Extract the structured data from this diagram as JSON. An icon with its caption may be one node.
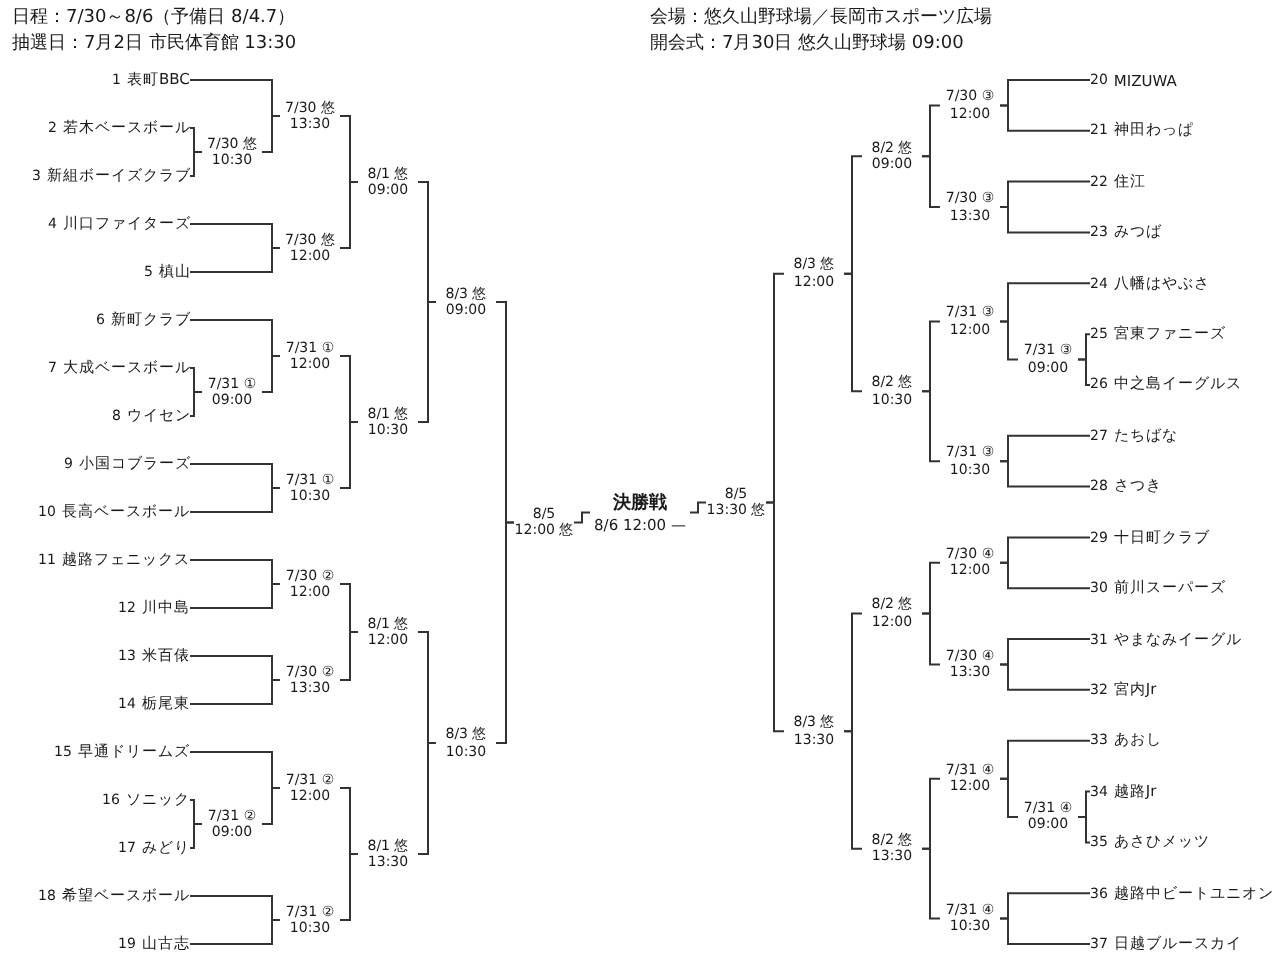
{
  "diagram": {
    "nodes": [
      {
        "text": [
          "20",
          "MIZUWA"
        ]
      },
      {
        "text": [
          "21",
          "神田わっぱ"
        ]
      },
      {
        "text": [
          "22",
          "住江"
        ]
      },
      {
        "text": [
          "23",
          "みつば"
        ]
      },
      {
        "text": [
          "24",
          "八幡はやぶさ"
        ]
      },
      {
        "text": [
          "25",
          "宮東ファニーズ"
        ]
      },
      {
        "text": [
          "26",
          "中之島イーグルス"
        ]
      },
      {
        "text": [
          "27",
          "たちばな"
        ]
      },
      {
        "text": [
          "28",
          "さつき"
        ]
      },
      {
        "text": [
          "29",
          "十日町クラブ"
        ]
      },
      {
        "text": [
          "30",
          "前川スーパーズ"
        ]
      },
      {
        "text": [
          "31",
          "やまなみイーグル"
        ]
      },
      {
        "text": [
          "32",
          "宮内Jr"
        ]
      },
      {
        "text": [
          "33",
          "あおし"
        ]
      },
      {
        "text": [
          "34",
          "越路Jr"
        ]
      },
      {
        "text": [
          "35",
          "あさひメッツ"
        ]
      },
      {
        "text": [
          "36",
          "越路中ビートユニオン"
        ]
      },
      {
        "text": [
          "37",
          "日越ブルースカイ"
        ]
      },
      {
        "text": [
          "7/30 ③ 12:00"
        ]
      },
      {
        "text": [
          "7/30 ③ 13:30"
        ]
      },
      {
        "text": [
          "7/31 ③ 09:00"
        ]
      },
      {
        "text": [
          "7/31 ③ 12:00"
        ]
      },
      {
        "text": [
          "7/31 ③ 10:30"
        ]
      },
      {
        "text": [
          "8/2 悠 09:00"
        ]
      },
      {
        "text": [
          "8/2 悠 10:30"
        ]
      },
      {
        "text": [
          "8/3 悠 12:00"
        ]
      },
      {
        "text": [
          "7/30 ④ 12:00"
        ]
      },
      {
        "text": [
          "7/30 ④ 13:30"
        ]
      },
      {
        "text": [
          "7/31 ④ 09:00"
        ]
      },
      {
        "text": [
          "7/31 ④ 12:00"
        ]
      },
      {
        "text": [
          "7/31 ④ 10:30"
        ]
      },
      {
        "text": [
          "8/2 悠 12:00"
        ]
      },
      {
        "text": [
          "8/2 悠 13:30"
        ]
      },
      {
        "text": [
          "8/3 悠 13:30"
        ]
      },
      {
        "text": [
          "8/5 13:30 悠"
        ]
      },
      {
        "text": [
          "決勝戦",
          "8/6 12:00 —"
        ]
      },
      {
        "text": [
          "8/5 12:00 悠"
        ]
      },
      {
        "text": [
          "8/3 悠 09:00"
        ]
      },
      {
        "text": [
          "8/1 悠 09:00"
        ]
      },
      {
        "text": [
          "7/30 悠 13:30"
        ]
      },
      {
        "text": [
          "7/30 悠 10:30"
        ]
      },
      {
        "text": [
          "7/30 悠 12:00"
        ]
      },
      {
        "text": [
          "8/1 悠 10:30"
        ]
      },
      {
        "text": [
          "7/31 ① 12:00"
        ]
      },
      {
        "text": [
          "7/31 ① 09:00"
        ]
      },
      {
        "text": [
          "7/31 ① 10:30"
        ]
      },
      {
        "text": [
          "8/3 悠 10:30"
        ]
      },
      {
        "text": [
          "8/1 悠 12:00"
        ]
      },
      {
        "text": [
          "7/30 ② 12:00"
        ]
      },
      {
        "text": [
          "7/30 ② 13:30"
        ]
      },
      {
        "text": [
          "8/1 悠 13:30"
        ]
      },
      {
        "text": [
          "7/31 ② 12:00"
        ]
      },
      {
        "text": [
          "7/31 ② 09:00"
        ]
      },
      {
        "text": [
          "7/31 ② 10:30"
        ]
      },
      {
        "text": [
          "1",
          "表町BBC"
        ]
      },
      {
        "text": [
          "2",
          "若木ベースボール"
        ]
      },
      {
        "text": [
          "3",
          "新組ボーイズクラブ"
        ]
      },
      {
        "text": [
          "4",
          "川口ファイターズ"
        ]
      },
      {
        "text": [
          "5",
          "槙山"
        ]
      },
      {
        "text": [
          "6",
          "新町クラブ"
        ]
      },
      {
        "text": [
          "7",
          "大成ベースボール"
        ]
      },
      {
        "text": [
          "8",
          "ウイセン"
        ]
      },
      {
        "text": [
          "9",
          "小国コブラーズ"
        ]
      },
      {
        "text": [
          "10",
          "長高ベースボール"
        ]
      },
      {
        "text": [
          "11",
          "越路フェニックス"
        ]
      },
      {
        "text": [
          "12",
          "川中島"
        ]
      },
      {
        "text": [
          "13",
          "米百俵"
        ]
      },
      {
        "text": [
          "14",
          "栃尾東"
        ]
      },
      {
        "text": [
          "15",
          "早通ドリームズ"
        ]
      },
      {
        "text": [
          "16",
          "ソニック"
        ]
      },
      {
        "text": [
          "17",
          "みどり"
        ]
      },
      {
        "text": [
          "18",
          "希望ベースボール"
        ]
      },
      {
        "text": [
          "19",
          "山古志"
        ]
      }
    ],
    "edges": [
      {
        "from": 0,
        "to": 18,
        "arrow": "none"
      },
      {
        "from": 1,
        "to": 18,
        "arrow": "none"
      },
      {
        "from": 2,
        "to": 19,
        "arrow": "none"
      },
      {
        "from": 3,
        "to": 19,
        "arrow": "none"
      },
      {
        "from": 5,
        "to": 20,
        "arrow": "none"
      },
      {
        "from": 6,
        "to": 20,
        "arrow": "none"
      },
      {
        "from": 4,
        "to": 21,
        "arrow": "none"
      },
      {
        "from": 20,
        "to": 21,
        "arrow": "none"
      },
      {
        "from": 7,
        "to": 22,
        "arrow": "none"
      },
      {
        "from": 8,
        "to": 22,
        "arrow": "none"
      },
      {
        "from": 18,
        "to": 23,
        "arrow": "none"
      },
      {
        "from": 19,
        "to": 23,
        "arrow": "none"
      },
      {
        "from": 21,
        "to": 24,
        "arrow": "none"
      },
      {
        "from": 22,
        "to": 24,
        "arrow": "none"
      },
      {
        "from": 23,
        "to": 25,
        "arrow": "none"
      },
      {
        "from": 24,
        "to": 25,
        "arrow": "none"
      },
      {
        "from": 9,
        "to": 26,
        "arrow": "none"
      },
      {
        "from": 10,
        "to": 26,
        "arrow": "none"
      },
      {
        "from": 11,
        "to": 27,
        "arrow": "none"
      },
      {
        "from": 12,
        "to": 27,
        "arrow": "none"
      },
      {
        "from": 14,
        "to": 28,
        "arrow": "none"
      },
      {
        "from": 15,
        "to": 28,
        "arrow": "none"
      },
      {
        "from": 13,
        "to": 29,
        "arrow": "none"
      },
      {
        "from": 28,
        "to": 29,
        "arrow": "none"
      },
      {
        "from": 16,
        "to": 30,
        "arrow": "none"
      },
      {
        "from": 17,
        "to": 30,
        "arrow": "none"
      },
      {
        "from": 26,
        "to": 31,
        "arrow": "none"
      },
      {
        "from": 27,
        "to": 31,
        "arrow": "none"
      },
      {
        "from": 29,
        "to": 32,
        "arrow": "none"
      },
      {
        "from": 30,
        "to": 32,
        "arrow": "none"
      },
      {
        "from": 31,
        "to": 33,
        "arrow": "none"
      },
      {
        "from": 32,
        "to": 33,
        "arrow": "none"
      },
      {
        "from": 25,
        "to": 34,
        "arrow": "none"
      },
      {
        "from": 33,
        "to": 34,
        "arrow": "none"
      },
      {
        "from": 34,
        "to": 35,
        "arrow": "none"
      },
      {
        "from": 35,
        "to": 36,
        "arrow": "none"
      },
      {
        "from": 36,
        "to": 37,
        "arrow": "none"
      },
      {
        "from": 36,
        "to": 46,
        "arrow": "none"
      },
      {
        "from": 37,
        "to": 38,
        "arrow": "none"
      },
      {
        "from": 37,
        "to": 42,
        "arrow": "none"
      },
      {
        "from": 38,
        "to": 39,
        "arrow": "none"
      },
      {
        "from": 38,
        "to": 41,
        "arrow": "none"
      },
      {
        "from": 39,
        "to": 54,
        "arrow": "none"
      },
      {
        "from": 39,
        "to": 40,
        "arrow": "none"
      },
      {
        "from": 40,
        "to": 55,
        "arrow": "none"
      },
      {
        "from": 40,
        "to": 56,
        "arrow": "none"
      },
      {
        "from": 41,
        "to": 57,
        "arrow": "none"
      },
      {
        "from": 41,
        "to": 58,
        "arrow": "none"
      },
      {
        "from": 42,
        "to": 43,
        "arrow": "none"
      },
      {
        "from": 42,
        "to": 45,
        "arrow": "none"
      },
      {
        "from": 43,
        "to": 59,
        "arrow": "none"
      },
      {
        "from": 43,
        "to": 44,
        "arrow": "none"
      },
      {
        "from": 44,
        "to": 60,
        "arrow": "none"
      },
      {
        "from": 44,
        "to": 61,
        "arrow": "none"
      },
      {
        "from": 45,
        "to": 62,
        "arrow": "none"
      },
      {
        "from": 45,
        "to": 63,
        "arrow": "none"
      },
      {
        "from": 46,
        "to": 47,
        "arrow": "none"
      },
      {
        "from": 46,
        "to": 50,
        "arrow": "none"
      },
      {
        "from": 47,
        "to": 48,
        "arrow": "none"
      },
      {
        "from": 47,
        "to": 49,
        "arrow": "none"
      },
      {
        "from": 48,
        "to": 64,
        "arrow": "none"
      },
      {
        "from": 48,
        "to": 65,
        "arrow": "none"
      },
      {
        "from": 49,
        "to": 66,
        "arrow": "none"
      },
      {
        "from": 49,
        "to": 67,
        "arrow": "none"
      },
      {
        "from": 50,
        "to": 51,
        "arrow": "none"
      },
      {
        "from": 50,
        "to": 53,
        "arrow": "none"
      },
      {
        "from": 51,
        "to": 68,
        "arrow": "none"
      },
      {
        "from": 51,
        "to": 52,
        "arrow": "none"
      },
      {
        "from": 52,
        "to": 69,
        "arrow": "none"
      },
      {
        "from": 52,
        "to": 70,
        "arrow": "none"
      },
      {
        "from": 53,
        "to": 71,
        "arrow": "none"
      },
      {
        "from": 53,
        "to": 72,
        "arrow": "none"
      }
    ],
    "labels": [
      "日程：7/30～8/6（予備日 8/4.7）",
      "会場：悠久山野球場／長岡市スポーツ広場",
      "抽選日：7月2日 市民体育館 13:30",
      "開会式：7月30日 悠久山野球場 09:00"
    ]
  }
}
